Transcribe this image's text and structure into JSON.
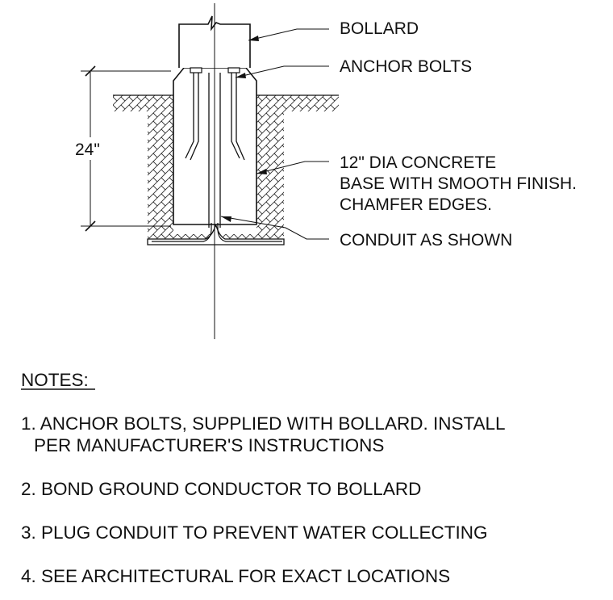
{
  "labels": {
    "bollard": "BOLLARD",
    "anchor_bolts": "ANCHOR BOLTS",
    "dimension": "24\"",
    "base_line1": "12\" DIA CONCRETE",
    "base_line2": "BASE WITH SMOOTH FINISH.",
    "base_line3": "CHAMFER EDGES.",
    "conduit": "CONDUIT AS SHOWN"
  },
  "notes": {
    "heading": "NOTES:",
    "n1_line1": "1.  ANCHOR BOLTS, SUPPLIED WITH BOLLARD. INSTALL",
    "n1_line2": "PER MANUFACTURER'S INSTRUCTIONS",
    "n2": "2.  BOND GROUND CONDUCTOR TO BOLLARD",
    "n3": "3.  PLUG CONDUIT TO PREVENT WATER COLLECTING",
    "n4": "4.  SEE ARCHITECTURAL FOR EXACT LOCATIONS"
  }
}
